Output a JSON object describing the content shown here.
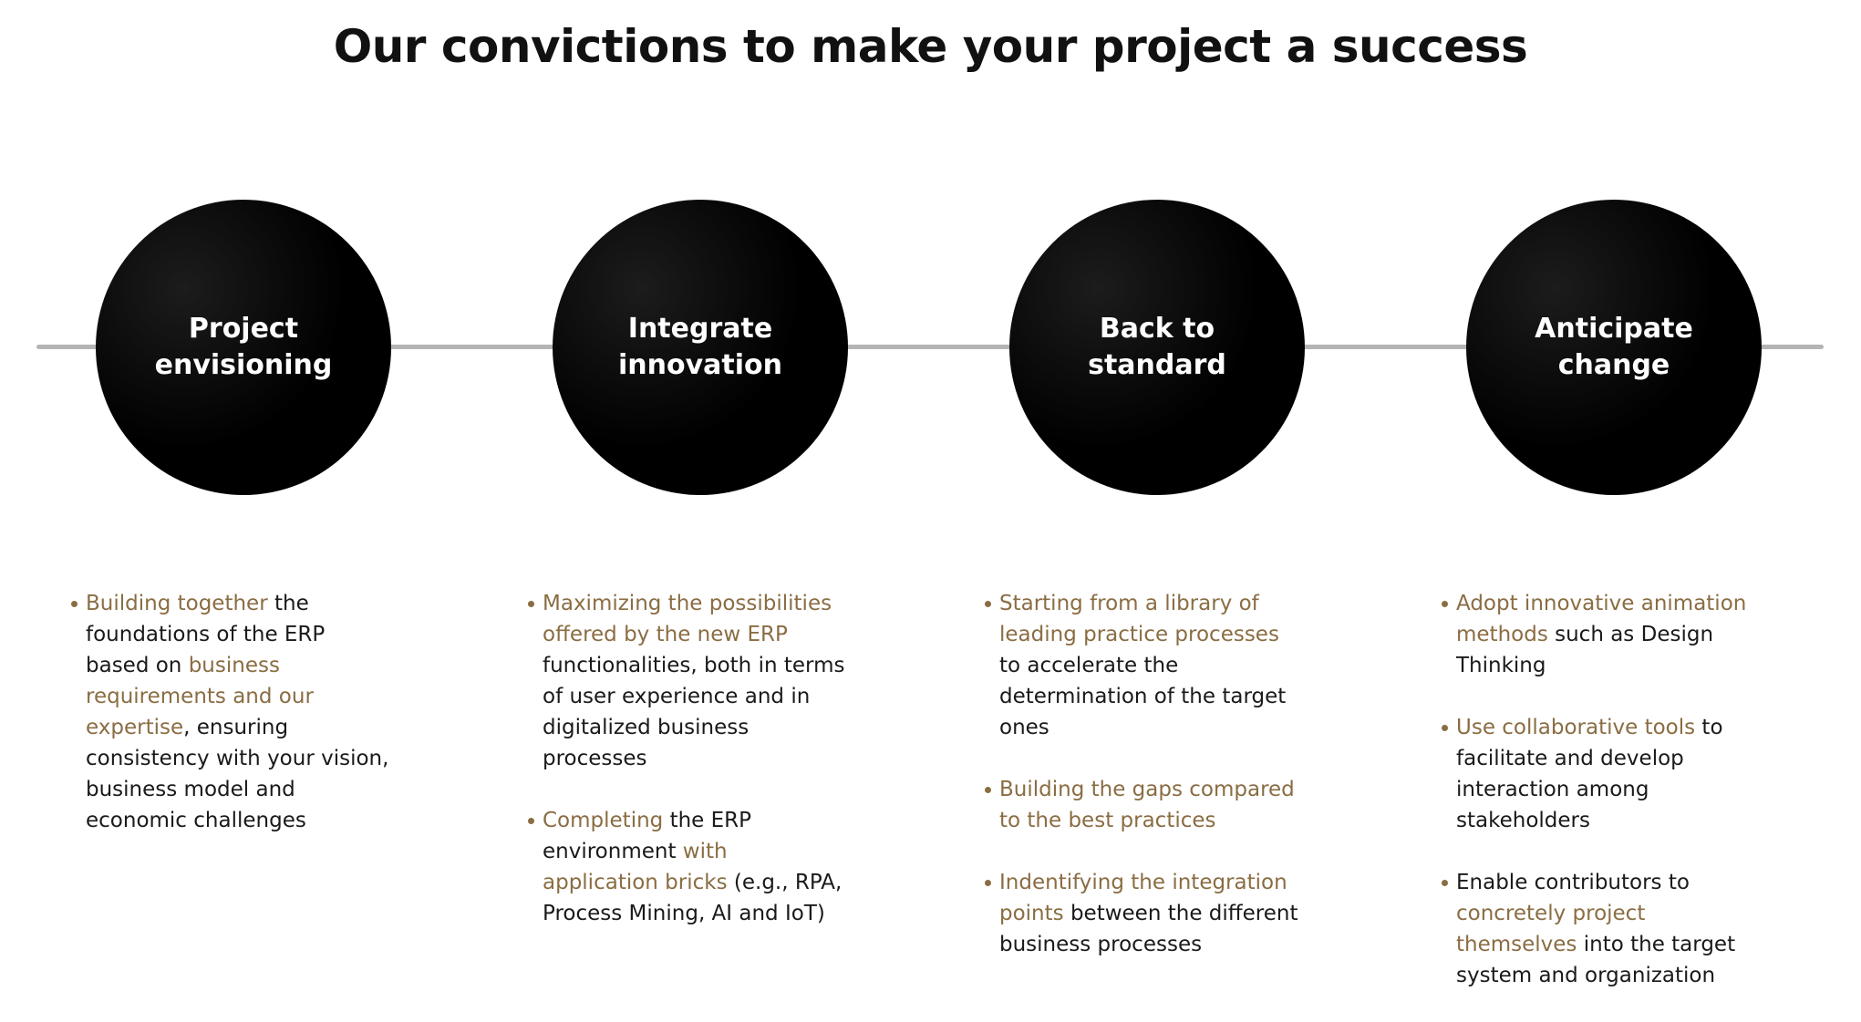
{
  "title": "Our convictions to make your project a success",
  "colors": {
    "accent": "#8a6d43",
    "circle": "#000000",
    "line": "#b4b4b4"
  },
  "pillars": [
    {
      "label": "Project\nenvisioning",
      "bullets": [
        [
          [
            "Building together",
            true
          ],
          [
            " the foundations of the ERP based on ",
            false
          ],
          [
            "business requirements and our expertise",
            true
          ],
          [
            ", ensuring consistency with your vision, business model and economic challenges",
            false
          ]
        ]
      ]
    },
    {
      "label": "Integrate\ninnovation",
      "bullets": [
        [
          [
            "Maximizing the possibilities offered by the new ERP",
            true
          ],
          [
            " functionalities, both in terms of user experience and in digitalized business processes",
            false
          ]
        ],
        [
          [
            "Completing",
            true
          ],
          [
            " the ERP environment ",
            false
          ],
          [
            "with application bricks",
            true
          ],
          [
            " (e.g., RPA, Process Mining, AI and IoT)",
            false
          ]
        ]
      ]
    },
    {
      "label": "Back to\nstandard",
      "bullets": [
        [
          [
            "Starting from a library of leading practice processes",
            true
          ],
          [
            " to accelerate the determination of the target ones",
            false
          ]
        ],
        [
          [
            "Building the gaps compared to the best practices",
            true
          ]
        ],
        [
          [
            "Indentifying the integration points",
            true
          ],
          [
            " between the different business processes",
            false
          ]
        ]
      ]
    },
    {
      "label": "Anticipate\nchange",
      "bullets": [
        [
          [
            "Adopt innovative animation methods",
            true
          ],
          [
            " such as Design Thinking",
            false
          ]
        ],
        [
          [
            "Use collaborative tools",
            true
          ],
          [
            " to facilitate and develop interaction among stakeholders",
            false
          ]
        ],
        [
          [
            "Enable contributors to ",
            false
          ],
          [
            "concretely project themselves",
            true
          ],
          [
            " into the target system and organization",
            false
          ]
        ]
      ]
    }
  ]
}
